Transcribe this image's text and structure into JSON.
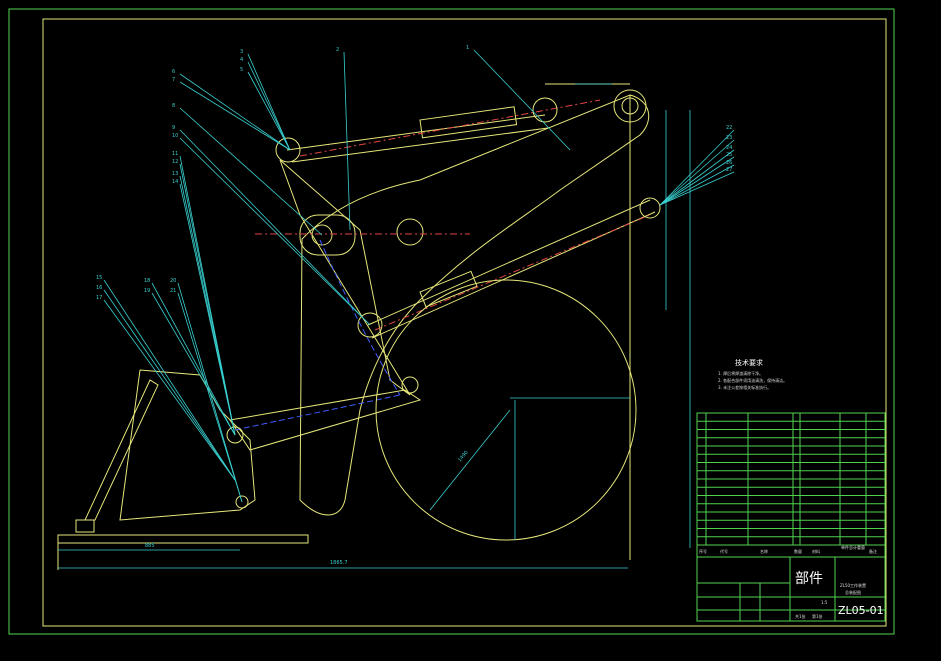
{
  "drawing": {
    "tech_title": "技术要求",
    "tech_notes": [
      "1. 焊后将焊渣清除干净。",
      "2. 各配合部件须用油清洗，保持清洁。",
      "3. 未注公差按相关标准执行。"
    ],
    "block_title": "部件",
    "drawing_number": "ZL05-01",
    "desc_line1": "ZL50工作装置",
    "desc_line2": "总装配图",
    "scale": "1:5",
    "sheet_left": "共1张",
    "sheet_right": "第1张"
  },
  "title_block": {
    "headers": [
      "序号",
      "代号",
      "名称",
      "数量",
      "材料",
      "单件总计重量",
      "备注"
    ]
  },
  "dimensions": {
    "overall_length": "1865.7",
    "base_offset": "885",
    "radius": "1490"
  },
  "callouts": [
    "1",
    "2",
    "3",
    "4",
    "5",
    "6",
    "7",
    "8",
    "9",
    "10",
    "11",
    "12",
    "13",
    "14",
    "15",
    "16",
    "17",
    "18",
    "19",
    "20",
    "21",
    "22",
    "23",
    "24",
    "25",
    "26",
    "27"
  ]
}
